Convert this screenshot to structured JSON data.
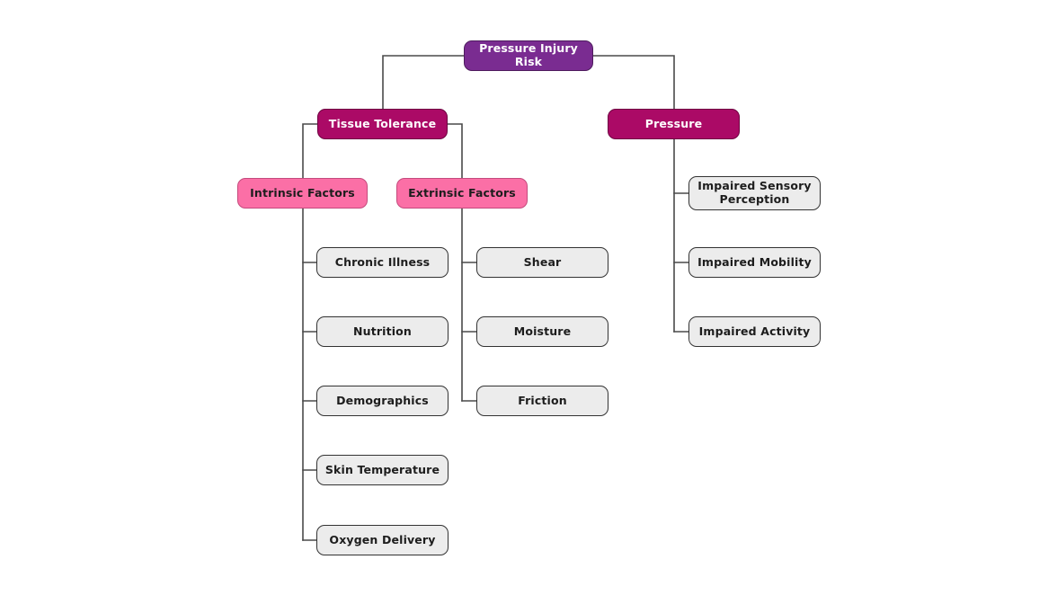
{
  "diagram": {
    "type": "hierarchy-tree",
    "title": "Pressure Injury Risk",
    "orientation": "top-down-left-aligned",
    "colors": {
      "root_fill": "#7A2C91",
      "level1_fill": "#AB0A66",
      "level2_fill": "#FB6FA6",
      "leaf_fill": "#ECECEC",
      "edge_stroke": "#4a4a4a",
      "leaf_border": "#333333",
      "background": "#FFFFFF"
    },
    "nodes": {
      "root": {
        "label": "Pressure Injury Risk"
      },
      "tissue_tolerance": {
        "label": "Tissue Tolerance"
      },
      "pressure": {
        "label": "Pressure"
      },
      "intrinsic_factors": {
        "label": "Intrinsic Factors"
      },
      "extrinsic_factors": {
        "label": "Extrinsic Factors"
      },
      "intrinsic_children": [
        {
          "label": "Chronic Illness"
        },
        {
          "label": "Nutrition"
        },
        {
          "label": "Demographics"
        },
        {
          "label": "Skin Temperature"
        },
        {
          "label": "Oxygen Delivery"
        }
      ],
      "extrinsic_children": [
        {
          "label": "Shear"
        },
        {
          "label": "Moisture"
        },
        {
          "label": "Friction"
        }
      ],
      "pressure_children": [
        {
          "label": "Impaired Sensory\nPerception"
        },
        {
          "label": "Impaired Mobility"
        },
        {
          "label": "Impaired Activity"
        }
      ]
    }
  }
}
